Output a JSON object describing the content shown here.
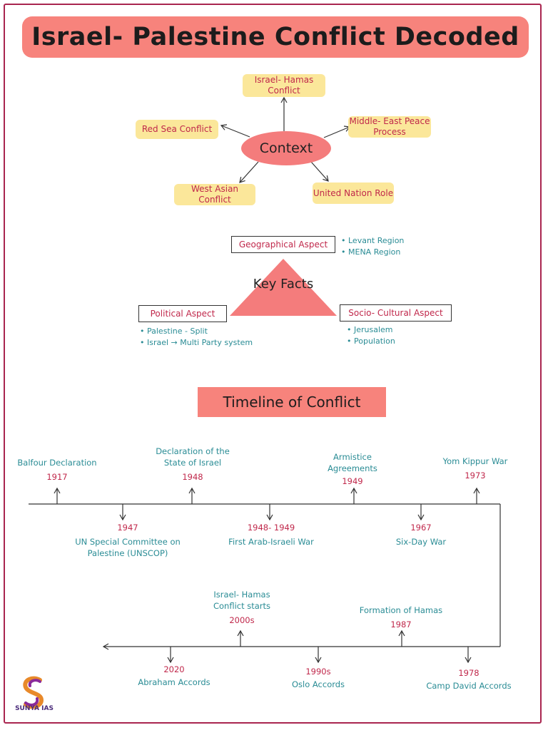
{
  "title": "Israel- Palestine Conflict Decoded",
  "context": {
    "center": "Context",
    "items": {
      "top": "Israel- Hamas Conflict",
      "left": "Red Sea Conflict",
      "right": "Middle- East Peace Process",
      "bottom_left": "West Asian Conflict",
      "bottom_right": "United Nation Role"
    }
  },
  "key_facts": {
    "center": "Key Facts",
    "geographical": {
      "label": "Geographical Aspect",
      "bullets": [
        "Levant Region",
        "MENA Region"
      ]
    },
    "political": {
      "label": "Political Aspect",
      "bullets": [
        "Palestine - Split",
        "Israel → Multi Party system"
      ]
    },
    "socio_cultural": {
      "label": "Socio- Cultural Aspect",
      "bullets": [
        "Jerusalem",
        "Population"
      ]
    }
  },
  "timeline": {
    "title": "Timeline of Conflict",
    "row1_above": [
      {
        "label": "Balfour Declaration",
        "year": "1917"
      },
      {
        "label": "Declaration of the State of Israel",
        "year": "1948"
      },
      {
        "label": "Armistice Agreements",
        "year": "1949"
      },
      {
        "label": "Yom Kippur War",
        "year": "1973"
      }
    ],
    "row1_below": [
      {
        "year": "1947",
        "label": "UN Special Committee on Palestine (UNSCOP)"
      },
      {
        "year": "1948- 1949",
        "label": "First Arab-Israeli War"
      },
      {
        "year": "1967",
        "label": "Six-Day War"
      }
    ],
    "row2_above": [
      {
        "label": "Israel- Hamas Conflict starts",
        "year": "2000s"
      },
      {
        "label": "Formation of Hamas",
        "year": "1987"
      }
    ],
    "row2_below": [
      {
        "year": "2020",
        "label": "Abraham Accords"
      },
      {
        "year": "1990s",
        "label": "Oslo Accords"
      },
      {
        "year": "1978",
        "label": "Camp David Accords"
      }
    ]
  },
  "brand": {
    "name": "SUNYA IAS"
  },
  "colors": {
    "accent": "#f7837c",
    "frame": "#a9254f",
    "teal": "#2a8c95",
    "crimson": "#c0284b",
    "yellow": "#fbe79a"
  }
}
